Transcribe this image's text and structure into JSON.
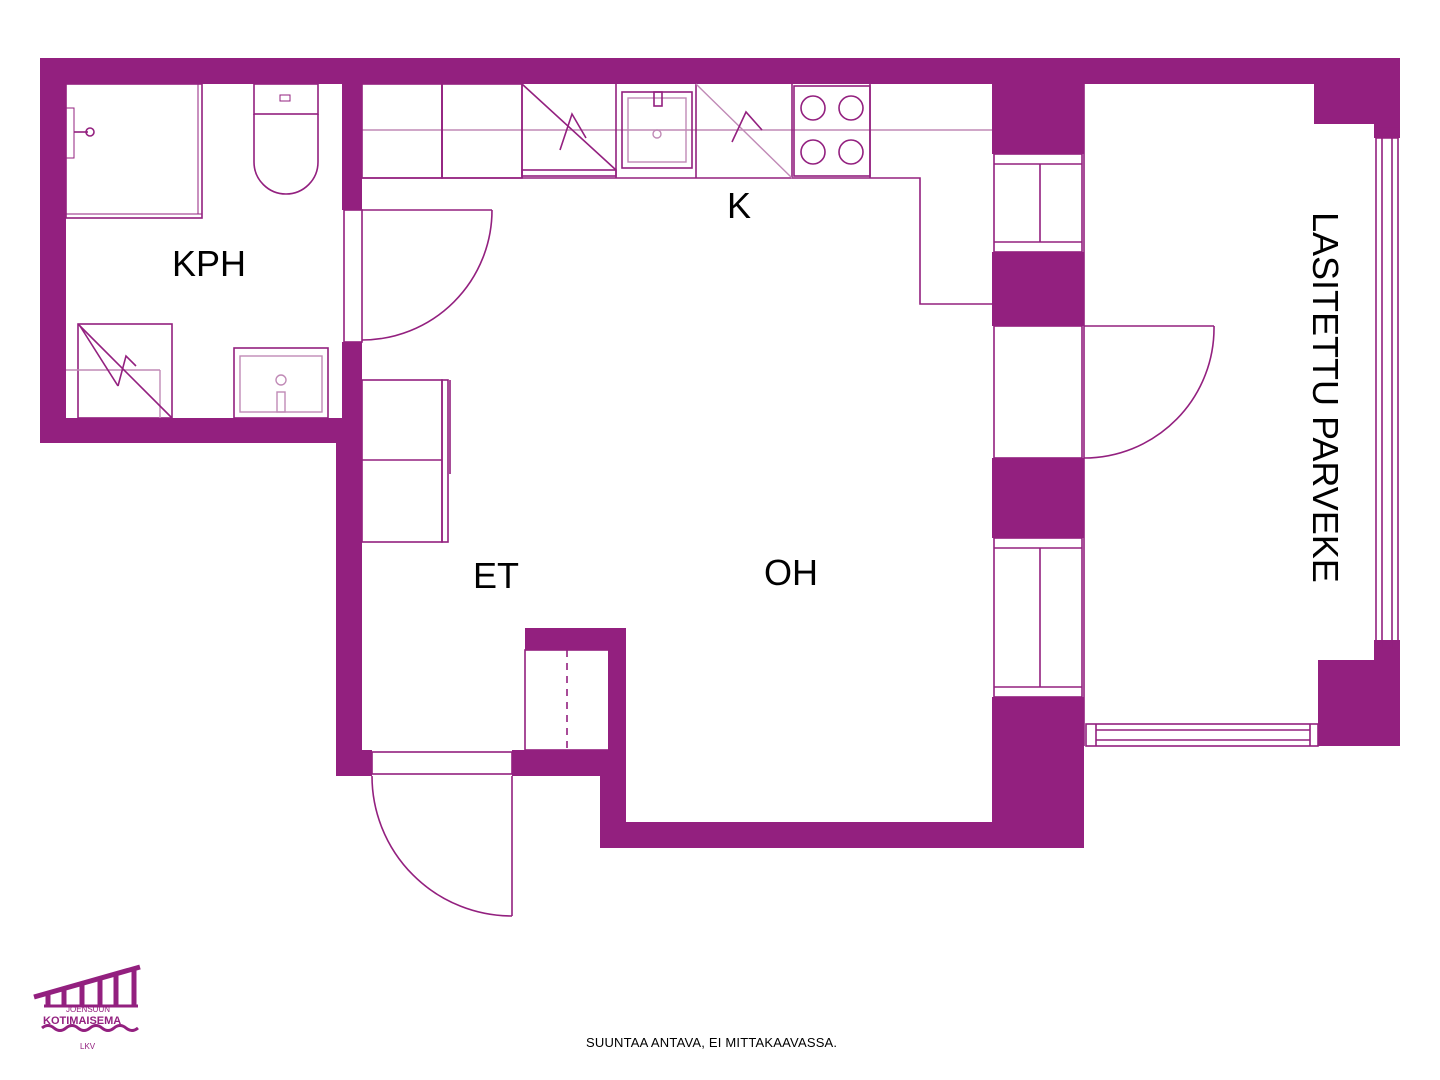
{
  "rooms": {
    "kph": "KPH",
    "k": "K",
    "et": "ET",
    "oh": "OH",
    "balcony": "LASITETTU PARVEKE"
  },
  "note": "SUUNTAA ANTAVA, EI MITTAKAAVASSA.",
  "logo": {
    "line1": "JOENSUUN",
    "line2": "KOTIMAISEMA",
    "line3": "LKV"
  },
  "colors": {
    "wall": "#93207f",
    "text": "#000000",
    "background": "#ffffff"
  },
  "icons": [
    "toilet-icon",
    "sink-icon",
    "shower-icon",
    "stove-icon",
    "dishwasher-icon",
    "fridge-icon",
    "washing-machine-icon",
    "door-icon"
  ]
}
